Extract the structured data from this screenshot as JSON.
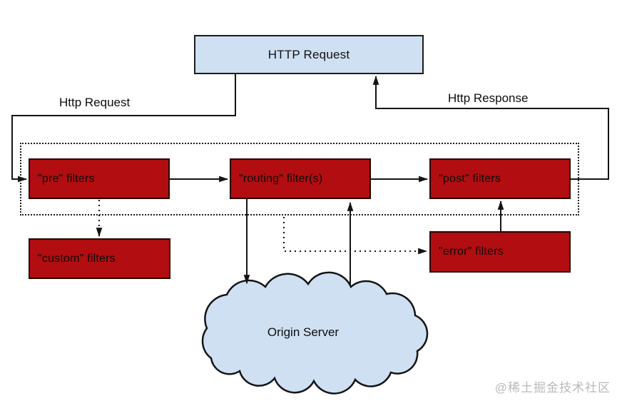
{
  "diagram": {
    "request_box": "HTTP Request",
    "labels": {
      "http_request": "Http Request",
      "http_response": "Http Response"
    },
    "filters": {
      "pre": "\"pre\" filters",
      "routing": "\"routing\" filter(s)",
      "post": "\"post\" filters",
      "custom": "\"custom\" filters",
      "error": "\"error\" filters"
    },
    "origin_server": "Origin Server",
    "watermark": "@稀土掘金技术社区",
    "colors": {
      "filter_box": "#b20d10",
      "request_box": "#cfe0f3",
      "cloud": "#cfe0f3",
      "line": "#141414",
      "watermark_text": "#b9b9b9"
    }
  }
}
